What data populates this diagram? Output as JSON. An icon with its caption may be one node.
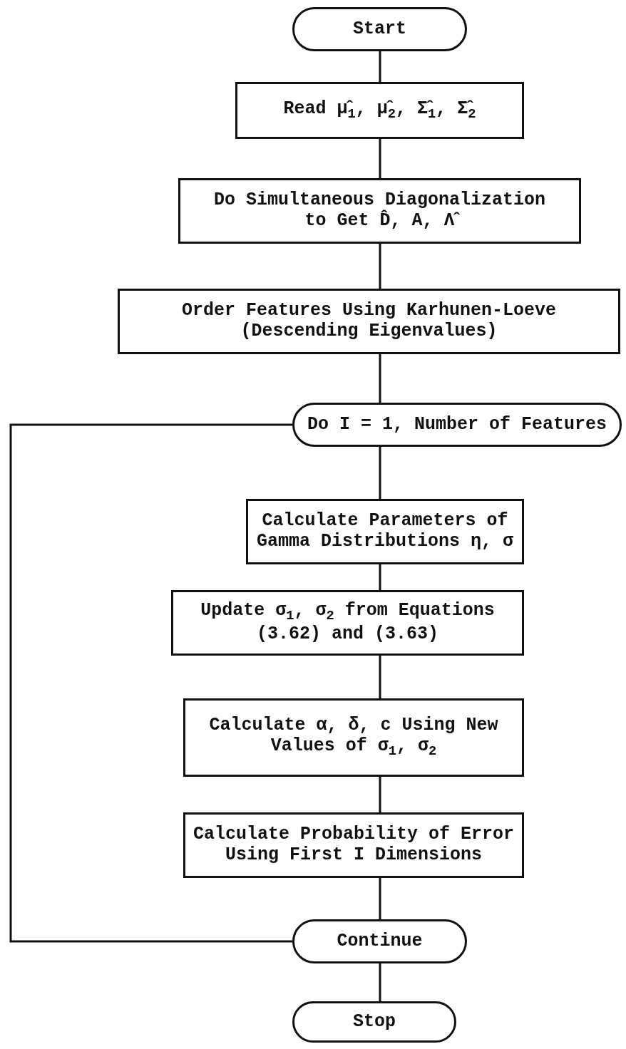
{
  "diagram": {
    "nodes": [
      {
        "text": [
          "Start"
        ]
      },
      {
        "text": [
          "Read μ̂$_{1}$, μ̂$_{2}$, Σ̂$_{1}$, Σ̂$_{2}$"
        ]
      },
      {
        "text": [
          "Do Simultaneous Diagonalization to Get D̂, A, Λ̂"
        ]
      },
      {
        "text": [
          "Order Features Using Karhunen-Loeve (Descending Eigenvalues)"
        ]
      },
      {
        "text": [
          "Do I = 1, Number of Features"
        ]
      },
      {
        "text": [
          "Calculate Parameters of Gamma Distributions η, σ"
        ]
      },
      {
        "text": [
          "Update σ$_{1}$, σ$_{2}$ from Equations (3.62) and (3.63)"
        ]
      },
      {
        "text": [
          "Calculate α, δ, c Using New Values of σ$_{1}$, σ$_{2}$"
        ]
      },
      {
        "text": [
          "Calculate Probability of Error Using First I Dimensions"
        ]
      },
      {
        "text": [
          "Continue"
        ]
      },
      {
        "text": [
          "Stop"
        ]
      }
    ],
    "edges": [
      {
        "from": 0,
        "to": 1,
        "arrow": "none"
      },
      {
        "from": 1,
        "to": 2,
        "arrow": "none"
      },
      {
        "from": 2,
        "to": 3,
        "arrow": "none"
      },
      {
        "from": 3,
        "to": 4,
        "arrow": "none"
      },
      {
        "from": 4,
        "to": 5,
        "arrow": "none"
      },
      {
        "from": 5,
        "to": 6,
        "arrow": "none"
      },
      {
        "from": 6,
        "to": 7,
        "arrow": "none"
      },
      {
        "from": 7,
        "to": 8,
        "arrow": "none"
      },
      {
        "from": 8,
        "to": 9,
        "arrow": "none"
      },
      {
        "from": 9,
        "to": 10,
        "arrow": "none"
      },
      {
        "from": 9,
        "to": 4,
        "arrow": "none"
      }
    ]
  }
}
